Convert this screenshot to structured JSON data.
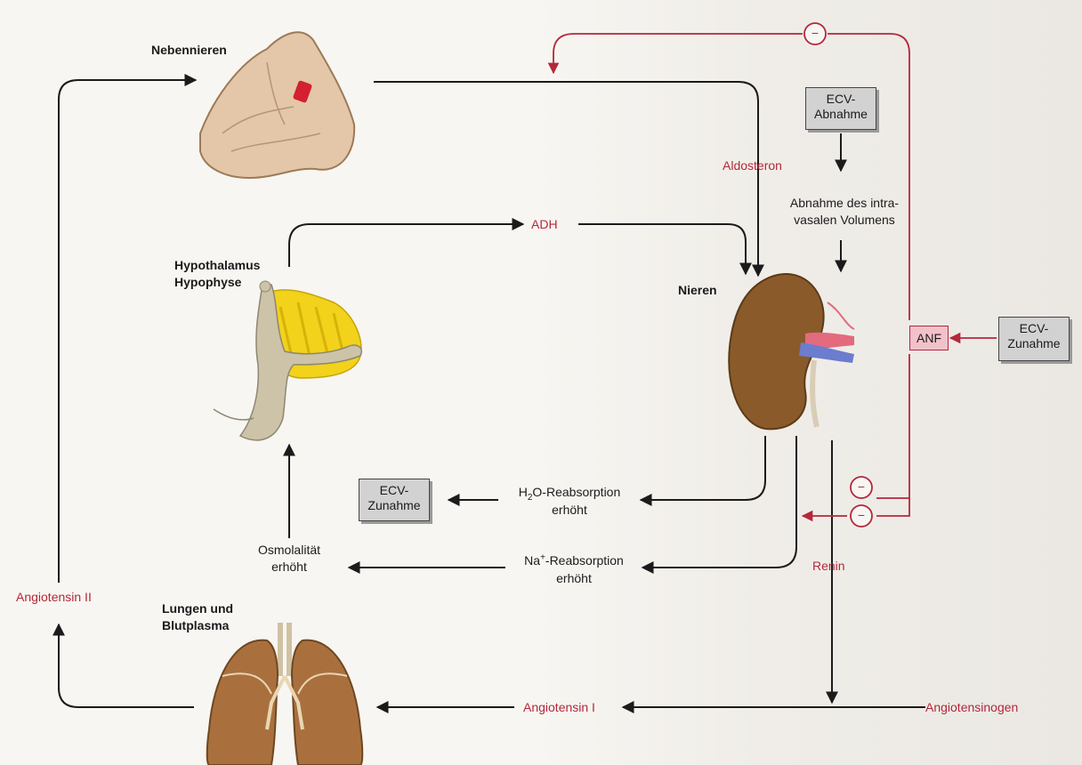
{
  "labels": {
    "nebennieren": "Nebennieren",
    "hypothalamus_line1": "Hypothalamus",
    "hypothalamus_line2": "Hypophyse",
    "nieren": "Nieren",
    "lungen_line1": "Lungen und",
    "lungen_line2": "Blutplasma",
    "aldosteron": "Aldosteron",
    "adh": "ADH",
    "angiotensin_ii": "Angiotensin II",
    "angiotensin_i": "Angiotensin I",
    "angiotensinogen": "Angiotensinogen",
    "renin": "Renin",
    "anf": "ANF",
    "abnahme_volumen_line1": "Abnahme des intra-",
    "abnahme_volumen_line2": "vasalen Volumens",
    "h2o_pre": "H",
    "h2o_sub": "2",
    "h2o_post": "O-Reabsorption",
    "h2o_line2": "erhöht",
    "na_pre": "Na",
    "na_sup": "+",
    "na_post": "-Reabsorption",
    "na_line2": "erhöht",
    "osmo_line1": "Osmolalität",
    "osmo_line2": "erhöht",
    "ecv_abnahme_line1": "ECV-",
    "ecv_abnahme_line2": "Abnahme",
    "ecv_zunahme_right_line1": "ECV-",
    "ecv_zunahme_right_line2": "Zunahme",
    "ecv_zunahme_left_line1": "ECV-",
    "ecv_zunahme_left_line2": "Zunahme",
    "inhibit_symbol": "−"
  },
  "colors": {
    "red": "#b3283a",
    "arrow": "#1b1b1b",
    "gray_box": "#d2d2d2",
    "anf_box": "#f3c1c9",
    "kidney": "#8a5a2a",
    "adrenal": "#e3c7a8",
    "pituitary": "#f2d21a",
    "lung": "#a9703e"
  }
}
